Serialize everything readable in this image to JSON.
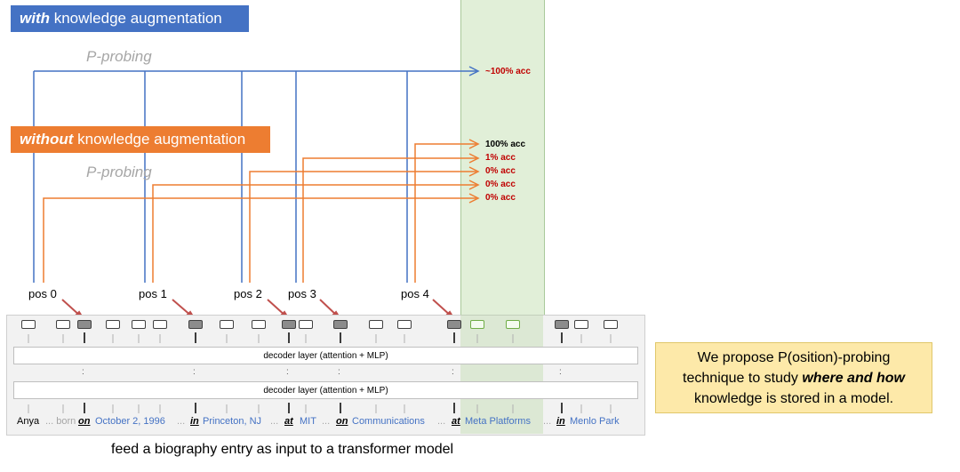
{
  "banner_with": {
    "emph": "with",
    "rest": " knowledge augmentation"
  },
  "banner_without": {
    "emph": "without",
    "rest": " knowledge augmentation"
  },
  "pprobing_label": "P-probing",
  "positions": [
    "pos 0",
    "pos 1",
    "pos 2",
    "pos 3",
    "pos 4"
  ],
  "with_acc": "~100% acc",
  "without_acc": [
    "100% acc",
    "1% acc",
    "0% acc",
    "0% acc",
    "0% acc"
  ],
  "layer_label": "decoder layer (attention + MLP)",
  "vertical_dots": ":",
  "tokens": {
    "anya": "Anya",
    "born_dots": "... born",
    "on1": "on",
    "date": "October 2, 1996",
    "d1": "...",
    "in1": "in",
    "city": "Princeton, NJ",
    "d2": "...",
    "at1": "at",
    "mit": "MIT",
    "d3": "...",
    "on2": "on",
    "comm": "Communications",
    "d4": "...",
    "at2": "at",
    "meta": "Meta Platforms",
    "d5": "...",
    "in2": "in",
    "menlo": "Menlo Park"
  },
  "caption": "feed a biography entry as input to a transformer model",
  "note": {
    "line1": "We propose P(osition)-probing",
    "line2a": "technique to study ",
    "line2b": "where and how",
    "line3": "knowledge is stored in a model."
  },
  "colors": {
    "blue": "#4472c4",
    "orange": "#ed7d31",
    "red_text": "#c00000",
    "green_highlight": "#a9d08e",
    "note_bg": "#fde9a9"
  }
}
